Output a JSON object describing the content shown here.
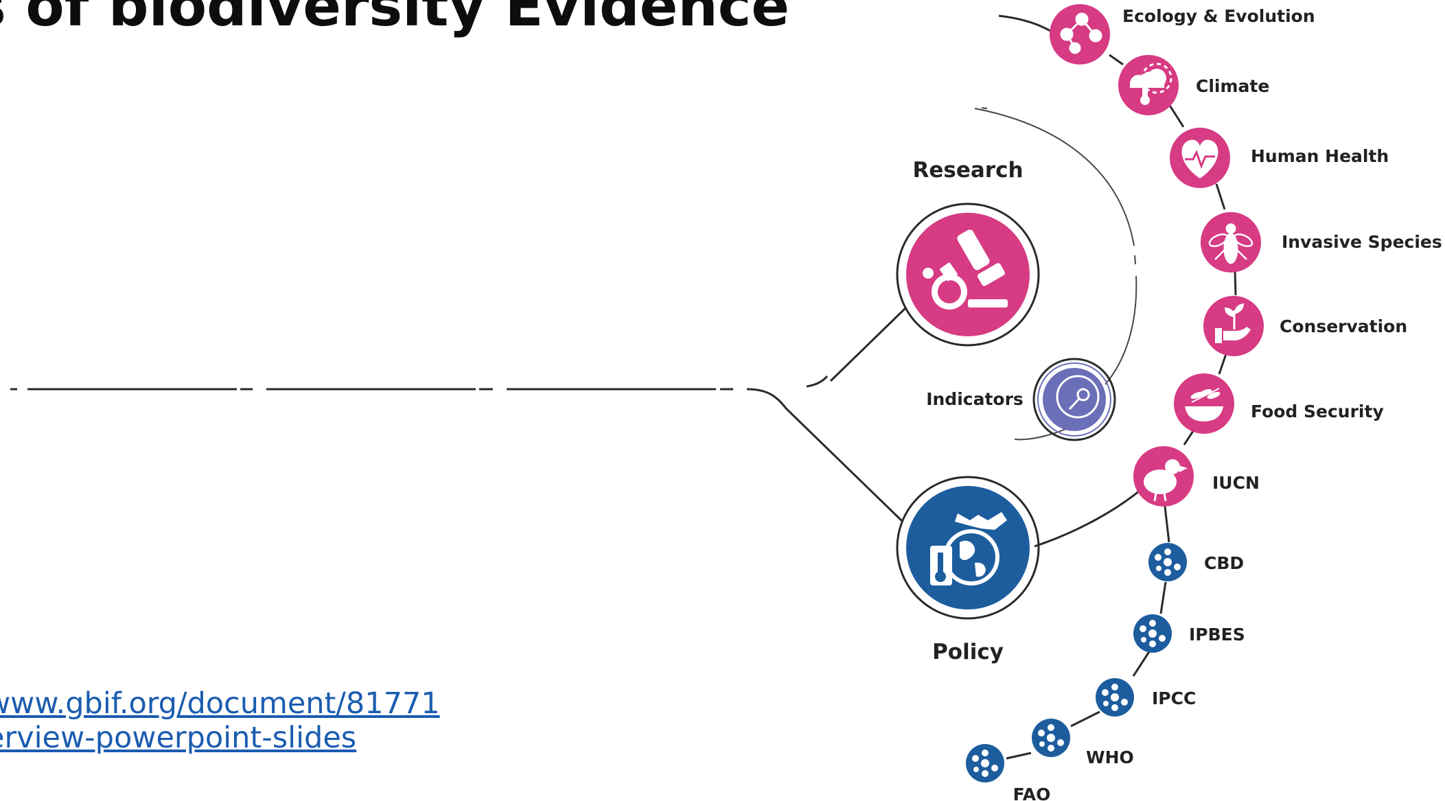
{
  "title": "s of biodiversity Evidence",
  "links": [
    "www.gbif.org/document/81771",
    "erview-powerpoint-slides"
  ],
  "colors": {
    "research": "#d63b83",
    "policy": "#1d5d9e",
    "indicators": "#6b6fb8",
    "line": "#2a2a2a"
  },
  "hubs": {
    "research": {
      "label": "Research",
      "icon": "microscope-flask-icon"
    },
    "policy": {
      "label": "Policy",
      "icon": "globe-handshake-icon"
    },
    "indicators": {
      "label": "Indicators",
      "icon": "gauge-icon"
    }
  },
  "research_topics": [
    {
      "label": "Ecology & Evolution",
      "icon": "ecology-network-icon"
    },
    {
      "label": "Climate",
      "icon": "sun-thermometer-icon"
    },
    {
      "label": "Human Health",
      "icon": "heart-pulse-icon"
    },
    {
      "label": "Invasive Species",
      "icon": "insect-icon"
    },
    {
      "label": "Conservation",
      "icon": "hand-sprout-icon"
    },
    {
      "label": "Food Security",
      "icon": "grain-bowl-icon"
    }
  ],
  "policy_bodies": [
    {
      "label": "IUCN",
      "icon": "dodo-bird-icon"
    },
    {
      "label": "CBD",
      "icon": "network-icon"
    },
    {
      "label": "IPBES",
      "icon": "network-icon"
    },
    {
      "label": "IPCC",
      "icon": "network-icon"
    },
    {
      "label": "WHO",
      "icon": "network-icon"
    },
    {
      "label": "FAO",
      "icon": "network-icon"
    }
  ]
}
